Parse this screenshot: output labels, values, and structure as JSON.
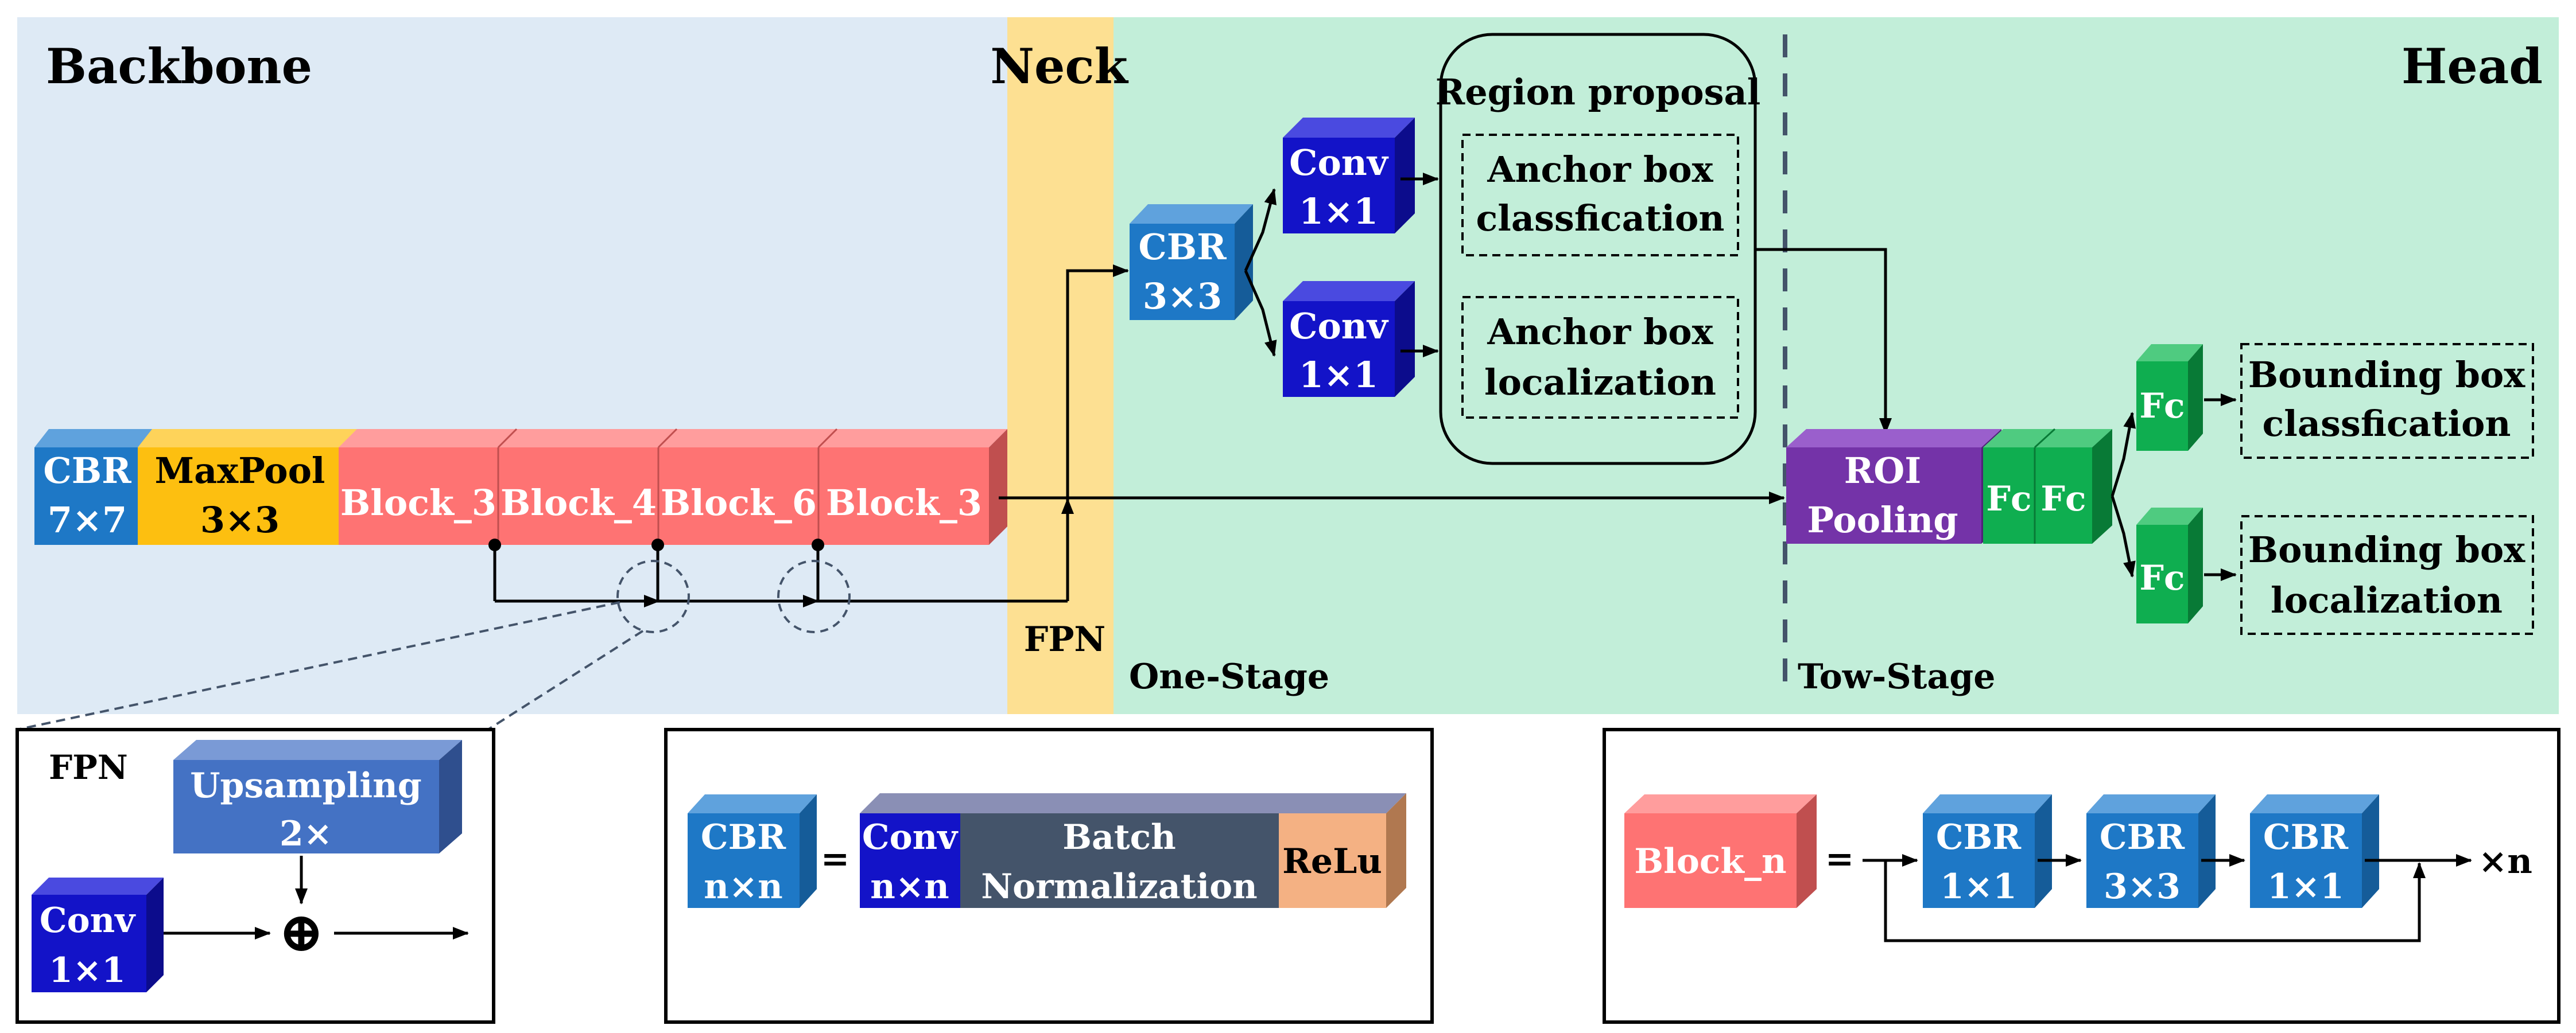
{
  "sections": {
    "backbone": "Backbone",
    "neck": "Neck",
    "head": "Head",
    "fpn": "FPN",
    "one_stage": "One-Stage",
    "two_stage": "Tow-Stage"
  },
  "backbone": {
    "cbr": [
      "CBR",
      "7×7"
    ],
    "maxpool": [
      "MaxPool",
      "3×3"
    ],
    "blocks": [
      "Block_3",
      "Block_4",
      "Block_6",
      "Block_3"
    ]
  },
  "one_stage": {
    "cbr": [
      "CBR",
      "3×3"
    ],
    "conv_top": [
      "Conv",
      "1×1"
    ],
    "conv_bottom": [
      "Conv",
      "1×1"
    ],
    "region_proposal_title": "Region proposal",
    "anchor_cls": [
      "Anchor box",
      "classfication"
    ],
    "anchor_loc": [
      "Anchor box",
      "localization"
    ]
  },
  "two_stage": {
    "roi": [
      "ROI",
      "Pooling"
    ],
    "fc": "Fc",
    "bbox_cls": [
      "Bounding box",
      "classfication"
    ],
    "bbox_loc": [
      "Bounding box",
      "localization"
    ]
  },
  "legend_fpn": {
    "title": "FPN",
    "upsampling": [
      "Upsampling",
      "2×"
    ],
    "conv": [
      "Conv",
      "1×1"
    ],
    "plus": "⊕"
  },
  "legend_cbr": {
    "cbr": [
      "CBR",
      "n×n"
    ],
    "equals": "=",
    "conv": [
      "Conv",
      "n×n"
    ],
    "bn": [
      "Batch",
      "Normalization"
    ],
    "relu": "ReLu"
  },
  "legend_block": {
    "block": "Block_n",
    "equals": "=",
    "cbr1": [
      "CBR",
      "1×1"
    ],
    "cbr2": [
      "CBR",
      "3×3"
    ],
    "cbr3": [
      "CBR",
      "1×1"
    ],
    "repeat": "×n"
  },
  "colors": {
    "backbone_bg": "#deeaf5",
    "neck_bg": "#fde092",
    "head_bg": "#c2eed9",
    "cbr_blue": "#1e78c6",
    "maxpool_yellow": "#fdbf10",
    "block_red": "#fe7373",
    "conv_navy": "#1313c8",
    "roi_purple": "#7433a8",
    "fc_green": "#0fae50",
    "bn_slate": "#44546a",
    "relu_peach": "#f4b183",
    "upsample_blue": "#4472c4"
  }
}
